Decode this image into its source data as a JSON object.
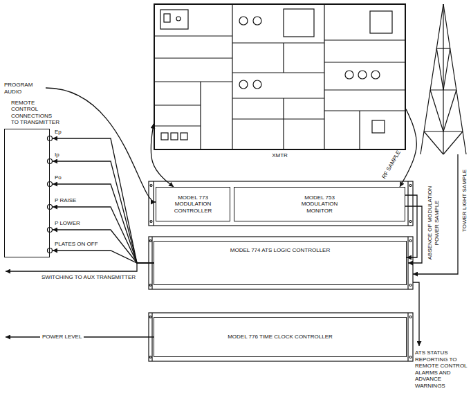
{
  "diagram": {
    "nodes": [
      {
        "text": [
          "XMTR"
        ]
      },
      {
        "text": [
          "MODEL 773 MODULATION CONTROLLER"
        ]
      },
      {
        "text": [
          "MODEL 753 MODULATION MONITOR"
        ]
      },
      {
        "text": [
          "REMOTE CONTROL CONNECTIONS TO TRANSMITTER"
        ]
      },
      {
        "text": [
          "Ep"
        ],
        "in": 3
      },
      {
        "text": [
          "Ip"
        ],
        "in": 3
      },
      {
        "text": [
          "Po"
        ],
        "in": 3
      },
      {
        "text": [
          "P RAISE"
        ],
        "in": 3
      },
      {
        "text": [
          "P LOWER"
        ],
        "in": 3
      },
      {
        "text": [
          "PLATES ON OFF"
        ],
        "in": 3
      },
      {
        "text": [
          "MODEL 774 ATS LOGIC CONTROLLER"
        ]
      },
      {
        "text": [
          "MODEL 776 TIME CLOCK CONTROLLER"
        ]
      }
    ],
    "edges": [
      {
        "from": 1,
        "to": 0,
        "arrow": "both"
      },
      {
        "from": 0,
        "to": 2,
        "label": "RF SAMPLE",
        "arrow": "to"
      },
      {
        "from": 2,
        "to": 10,
        "label": "ABSENCE OF MODULATION POWER SAMPLE",
        "arrow": "to"
      },
      {
        "from": 10,
        "to": 4,
        "arrow": "to"
      },
      {
        "from": 10,
        "to": 5,
        "arrow": "to"
      },
      {
        "from": 10,
        "to": 6,
        "arrow": "to"
      },
      {
        "from": 10,
        "to": 7,
        "arrow": "to"
      },
      {
        "from": 10,
        "to": 8,
        "arrow": "to"
      },
      {
        "from": 10,
        "to": 9,
        "arrow": "to"
      }
    ],
    "labels": [
      "PROGRAM AUDIO",
      "TOWER LIGHT SAMPLE",
      "SWITCHING TO AUX TRANSMITTER",
      "POWER LEVEL",
      "ATS STATUS REPORTING TO REMOTE CONTROL ALARMS AND ADVANCE WARNINGS"
    ]
  }
}
